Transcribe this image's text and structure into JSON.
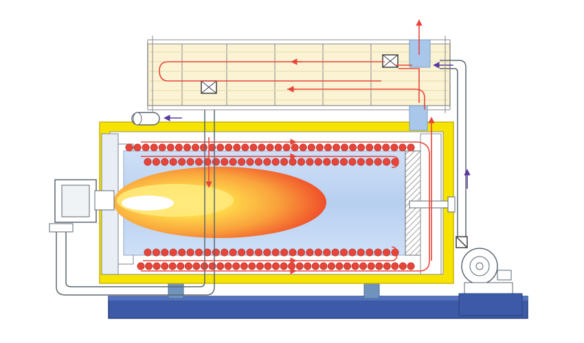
{
  "diagram": {
    "type": "boiler-cross-section",
    "components": [
      "economizer",
      "damper-valve",
      "boiler-shell",
      "furnace",
      "flame",
      "fire-tubes",
      "burner",
      "rear-chamber",
      "support-saddle",
      "base-frame",
      "blower-fan",
      "air-duct",
      "chimney"
    ],
    "colors": {
      "insulation": "#f7e300",
      "insulation_edge": "#c8b400",
      "furnace_water": "#bcd4f2",
      "economizer_fill": "#fbf3d4",
      "flame_outer": "#f04f2a",
      "flame_mid": "#f9a23c",
      "flame_core": "#ffe97a",
      "tube_ball": "#e8453a",
      "flue_arrow": "#e8453a",
      "air_arrow": "#5a38a0",
      "base": "#3c5aa8",
      "support": "#6f93bd",
      "duct": "#ffffff",
      "outline": "#5a6672"
    },
    "tube_rows": {
      "upper_outer": 35,
      "upper_inner": 30,
      "lower_inner": 30,
      "lower_outer": 35
    }
  }
}
